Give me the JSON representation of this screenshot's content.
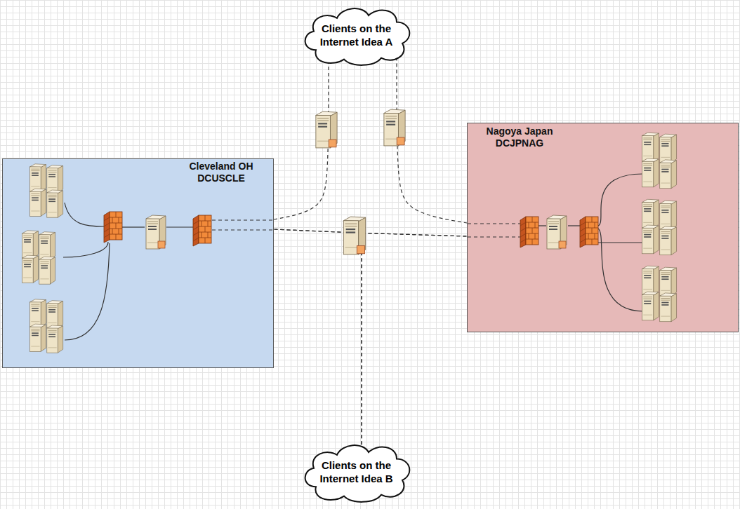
{
  "diagram": {
    "nodes": [
      {
        "text": [
          "Clients on the Internet Idea A"
        ]
      },
      {
        "text": [
          "Cleveland OH DCUSCLE"
        ]
      },
      {
        "text": [
          "Nagoya Japan DCJPNAG"
        ]
      },
      {
        "text": [
          "Clients on the Internet Idea B"
        ]
      }
    ],
    "edges": [
      {
        "from": 0,
        "to": 1,
        "arrow": "none"
      },
      {
        "from": 0,
        "to": 2,
        "arrow": "none"
      },
      {
        "from": 1,
        "to": 2,
        "arrow": "none"
      },
      {
        "from": 3,
        "to": 1,
        "arrow": "none"
      },
      {
        "from": 3,
        "to": 2,
        "arrow": "none"
      }
    ]
  }
}
